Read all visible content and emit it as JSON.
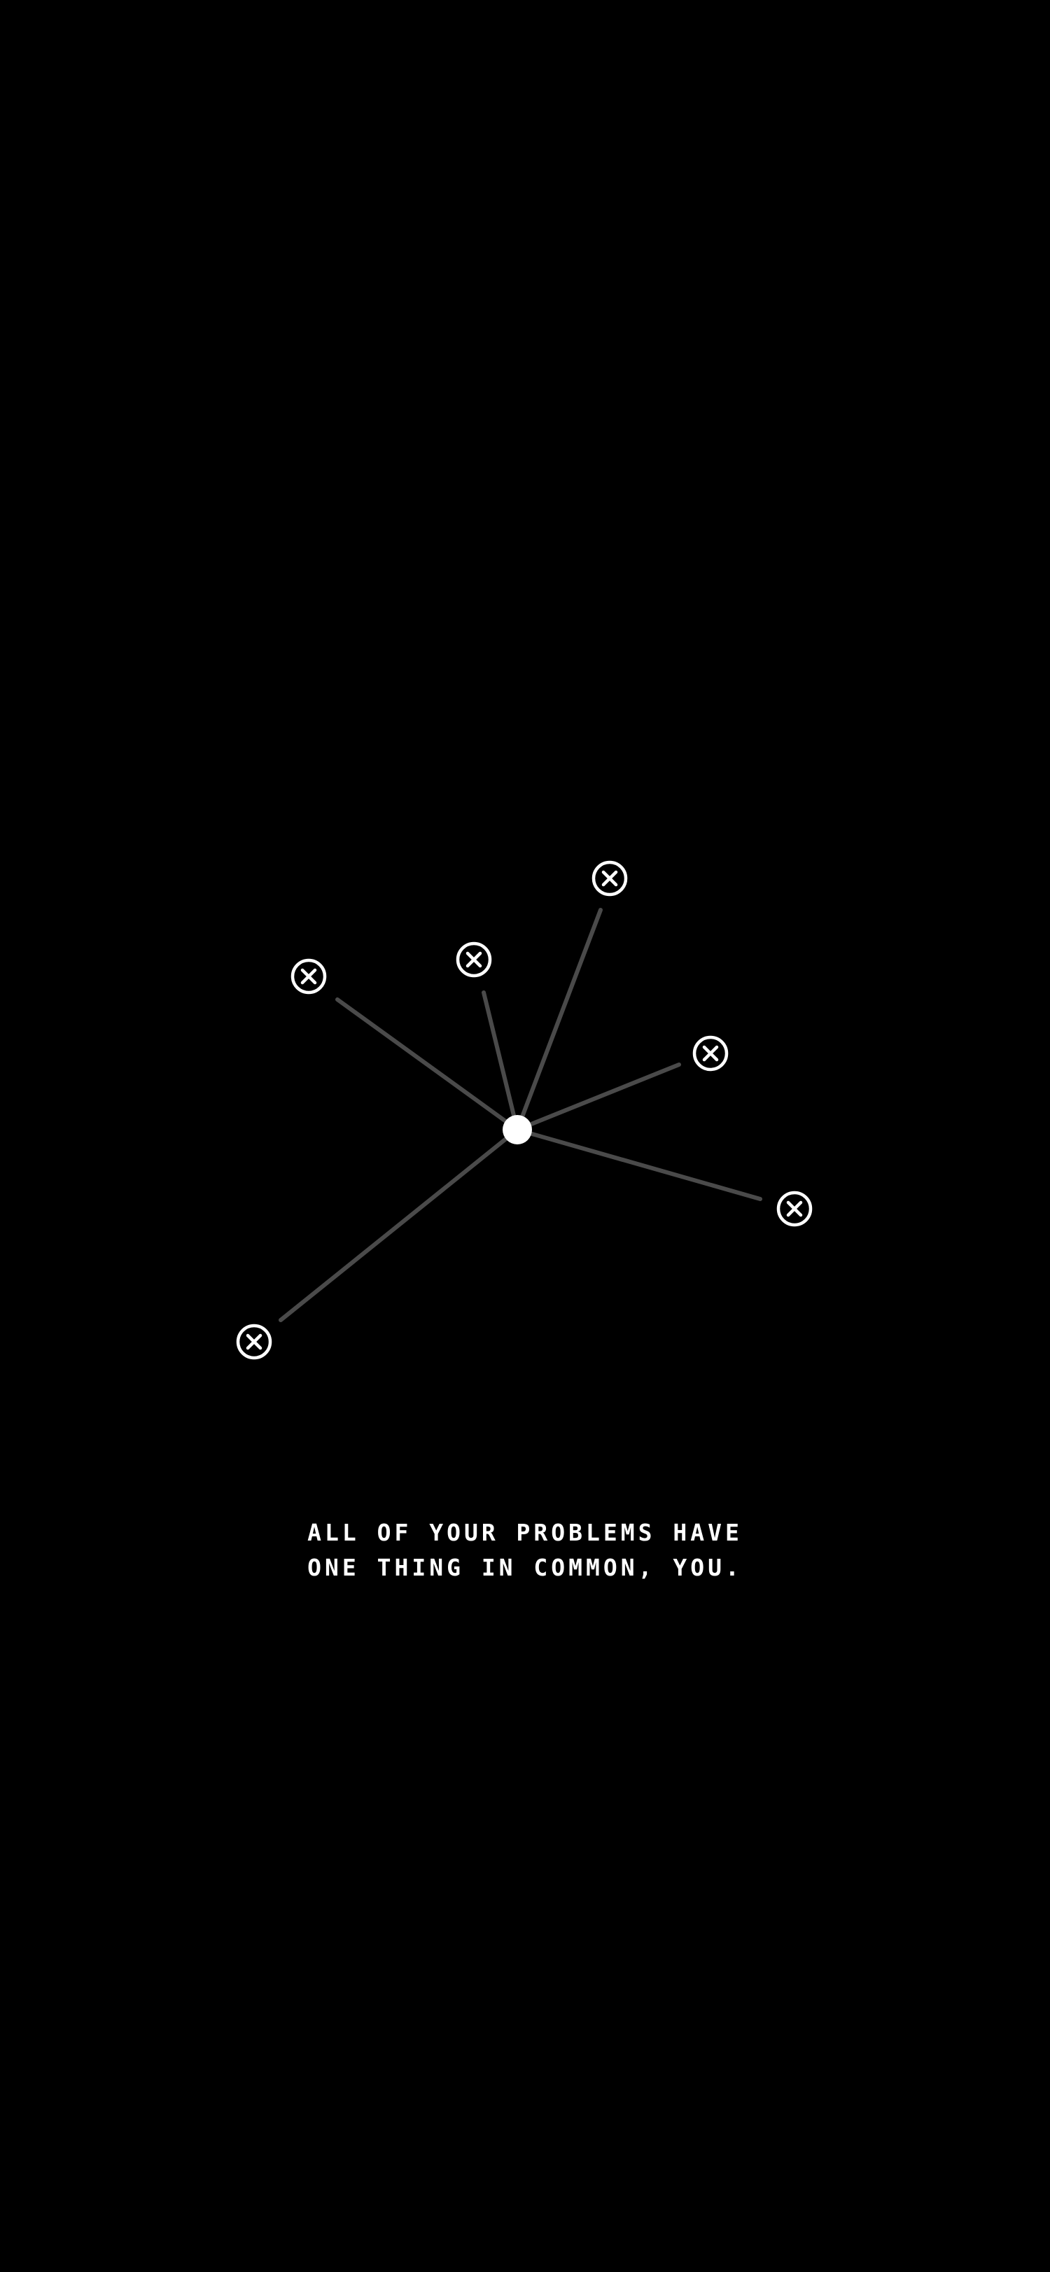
{
  "wallpaper": {
    "background_color": "#000000",
    "line_color": "#4a4a4a",
    "node_color": "#ffffff",
    "outer_node_icon": "circled-x-icon",
    "center_node_icon": "filled-dot",
    "caption": {
      "line1": "ALL OF YOUR PROBLEMS HAVE",
      "line2": "ONE THING IN COMMON, YOU."
    }
  }
}
